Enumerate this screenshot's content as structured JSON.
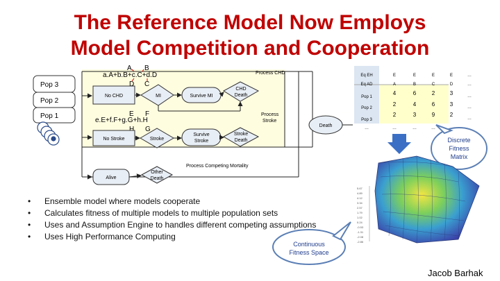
{
  "title": {
    "line1": "The Reference Model Now Employs",
    "line2": "Model Competition and Cooperation"
  },
  "populations": [
    "Pop 3",
    "Pop 2",
    "Pop 1"
  ],
  "diagram": {
    "chd_eq": "a.A+b.B+c.C+d.D",
    "chd_letters": [
      "A",
      "B",
      "D",
      "C"
    ],
    "stroke_eq": "e.E+f.F+g.G+h.H",
    "stroke_letters": [
      "E",
      "F",
      "H",
      "G"
    ],
    "states": {
      "no_chd": "No CHD",
      "mi": "MI",
      "survive_mi": "Survive MI",
      "chd_death": [
        "CHD",
        "Death"
      ],
      "no_stroke": "No Stroke",
      "stroke": "Stroke",
      "survive_stroke": [
        "Survive",
        "Stroke"
      ],
      "stroke_death": [
        "Stroke",
        "Death"
      ],
      "alive": "Alive",
      "other_death": [
        "Other",
        "Death"
      ],
      "death": "Death"
    },
    "process_chd": "Process CHD",
    "process_stroke": [
      "Process",
      "Stroke"
    ],
    "process_mortality": "Process Competing Mortality"
  },
  "matrix": {
    "row_labels": [
      "Eq EH",
      "Eq AD",
      "Pop 1",
      "Pop 2",
      "Pop 3"
    ],
    "rows": [
      [
        "E",
        "E",
        "E",
        "E",
        "…"
      ],
      [
        "A",
        "B",
        "C",
        "D",
        "…"
      ],
      [
        "4",
        "6",
        "2",
        "3",
        "…"
      ],
      [
        "2",
        "4",
        "6",
        "3",
        "…"
      ],
      [
        "2",
        "3",
        "9",
        "2",
        "…"
      ]
    ],
    "more": "…"
  },
  "callouts": {
    "discrete": [
      "Discrete",
      "Fitness",
      "Matrix"
    ],
    "continuous": [
      "Continuous",
      "Fitness Space"
    ],
    "color": "#1f3c8c"
  },
  "bullets": [
    "Ensemble model where models cooperate",
    "Calculates fitness of multiple models to multiple population sets",
    "Uses and Assumption Engine to handles different competing assumptions",
    "Uses High Performance Computing"
  ],
  "surface_axis": {
    "z_ticks": [
      "5.67",
      "4.89",
      "4.12",
      "3.34",
      "2.57",
      "1.79",
      "1.02",
      "0.24",
      "-0.53",
      "-1.31",
      "-2.08",
      "-2.86"
    ]
  },
  "author": "Jacob Barhak",
  "colors": {
    "title": "#c00000",
    "diagram_bg": "#ffffcc",
    "box": "#e8eef5",
    "arrow": "#222222"
  }
}
